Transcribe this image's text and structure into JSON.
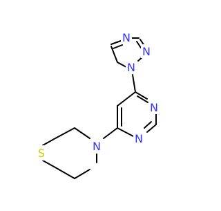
{
  "molecule": {
    "atom_labels": {
      "n_triazole_top": "N",
      "n_triazole_right": "N",
      "n_triazole_attach": "N",
      "n_pyrimidine_upper": "N",
      "n_pyrimidine_lower": "N",
      "n_thiomorpholine": "N",
      "s_thiomorpholine": "S"
    },
    "colors": {
      "bond": "#000000",
      "nitrogen": "#3333ff",
      "sulfur": "#cccc00",
      "background": "#ffffff"
    }
  }
}
